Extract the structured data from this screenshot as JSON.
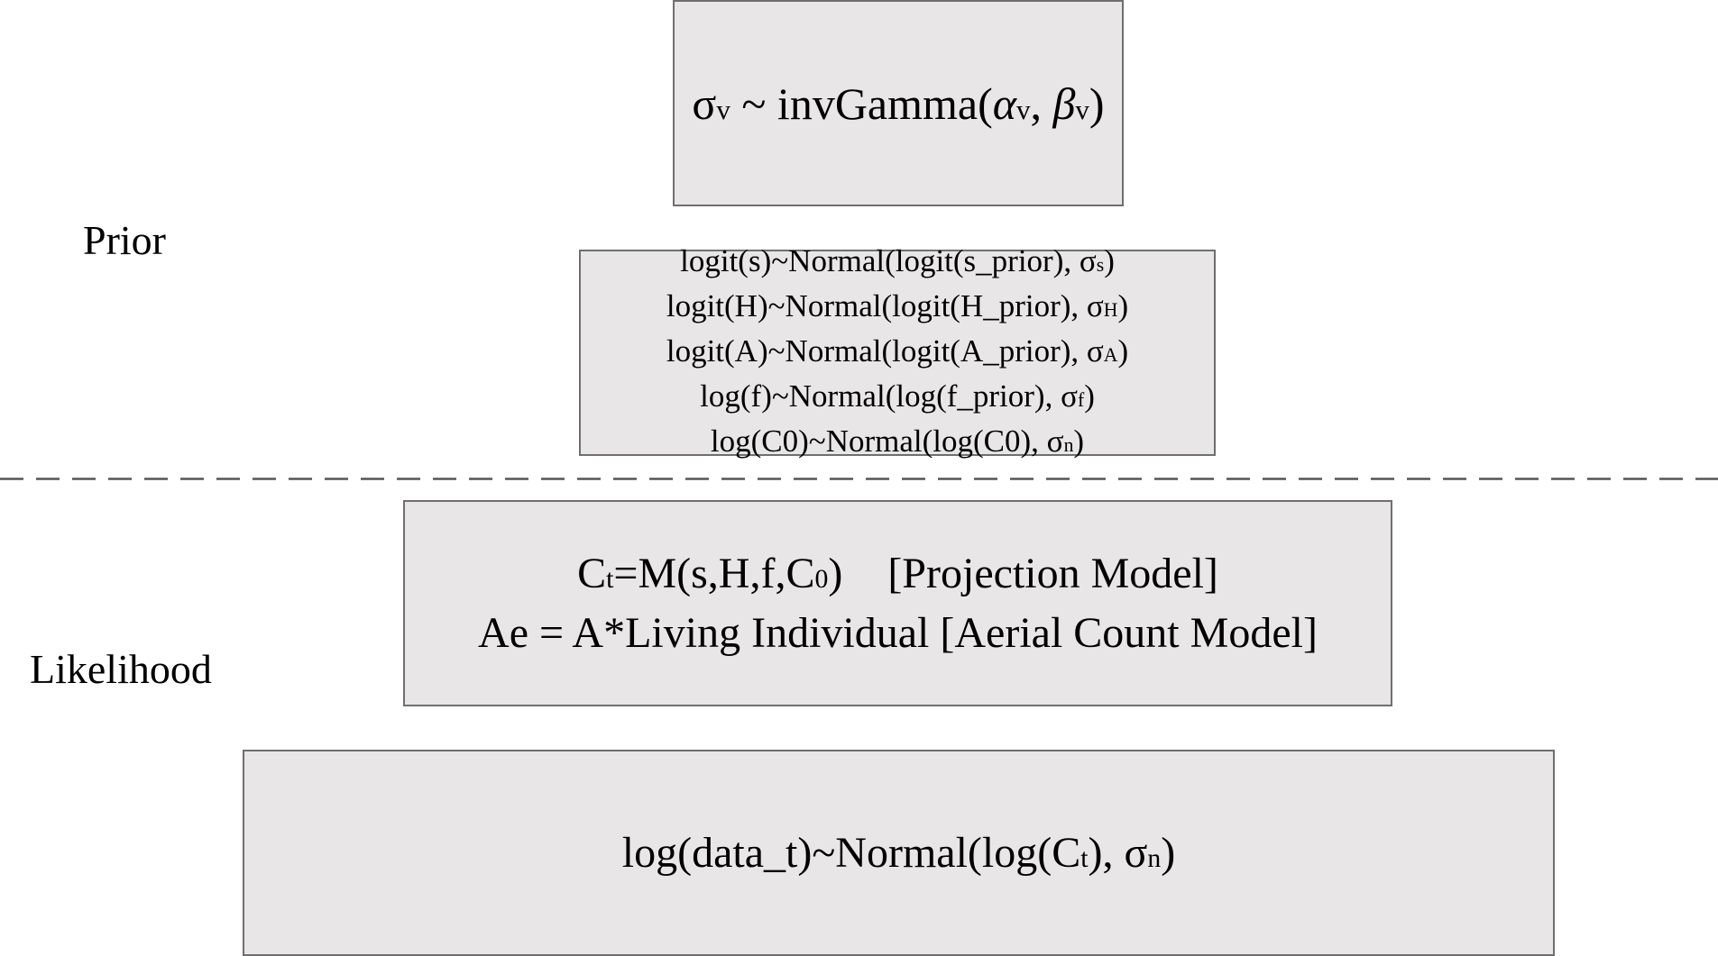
{
  "labels": {
    "prior": "Prior",
    "likelihood": "Likelihood"
  },
  "sigma_box": {
    "sigma": "σ",
    "sigma_sub": "v",
    "dist": " ~ invGamma(",
    "alpha": "α",
    "alpha_sub": "v",
    "comma": ", ",
    "beta": "β",
    "beta_sub": "v",
    "close": ")"
  },
  "prior_box": {
    "line1": {
      "text": "logit(s)~Normal(logit(s_prior), σ",
      "sub": "s",
      "close": ")"
    },
    "line2": {
      "text": "logit(H)~Normal(logit(H_prior), σ",
      "sub": "H",
      "close": ")"
    },
    "line3": {
      "text": "logit(A)~Normal(logit(A_prior), σ",
      "sub": "A",
      "close": ")"
    },
    "line4": {
      "text": "log(f)~Normal(log(f_prior), σ",
      "sub": "f",
      "close": ")"
    },
    "line5": {
      "text": "log(C0)~Normal(log(C0), σ",
      "sub": "n",
      "close": ")"
    }
  },
  "model_box": {
    "line1_a": "C",
    "line1_sub_t": "t",
    "line1_b": "=M(s,H,f,C",
    "line1_sub_0": "0",
    "line1_c": ")",
    "line1_tag": "[Projection Model]",
    "line2": "Ae = A*Living Individual [Aerial Count Model]"
  },
  "data_box": {
    "a": "log(data_t)~Normal(log(C",
    "sub_t": "t",
    "b": "), σ",
    "sub_n": "n",
    "c": ")"
  },
  "colors": {
    "box_fill": "#e8e6e6",
    "box_border": "#6f6f6f",
    "divider": "#555555"
  }
}
